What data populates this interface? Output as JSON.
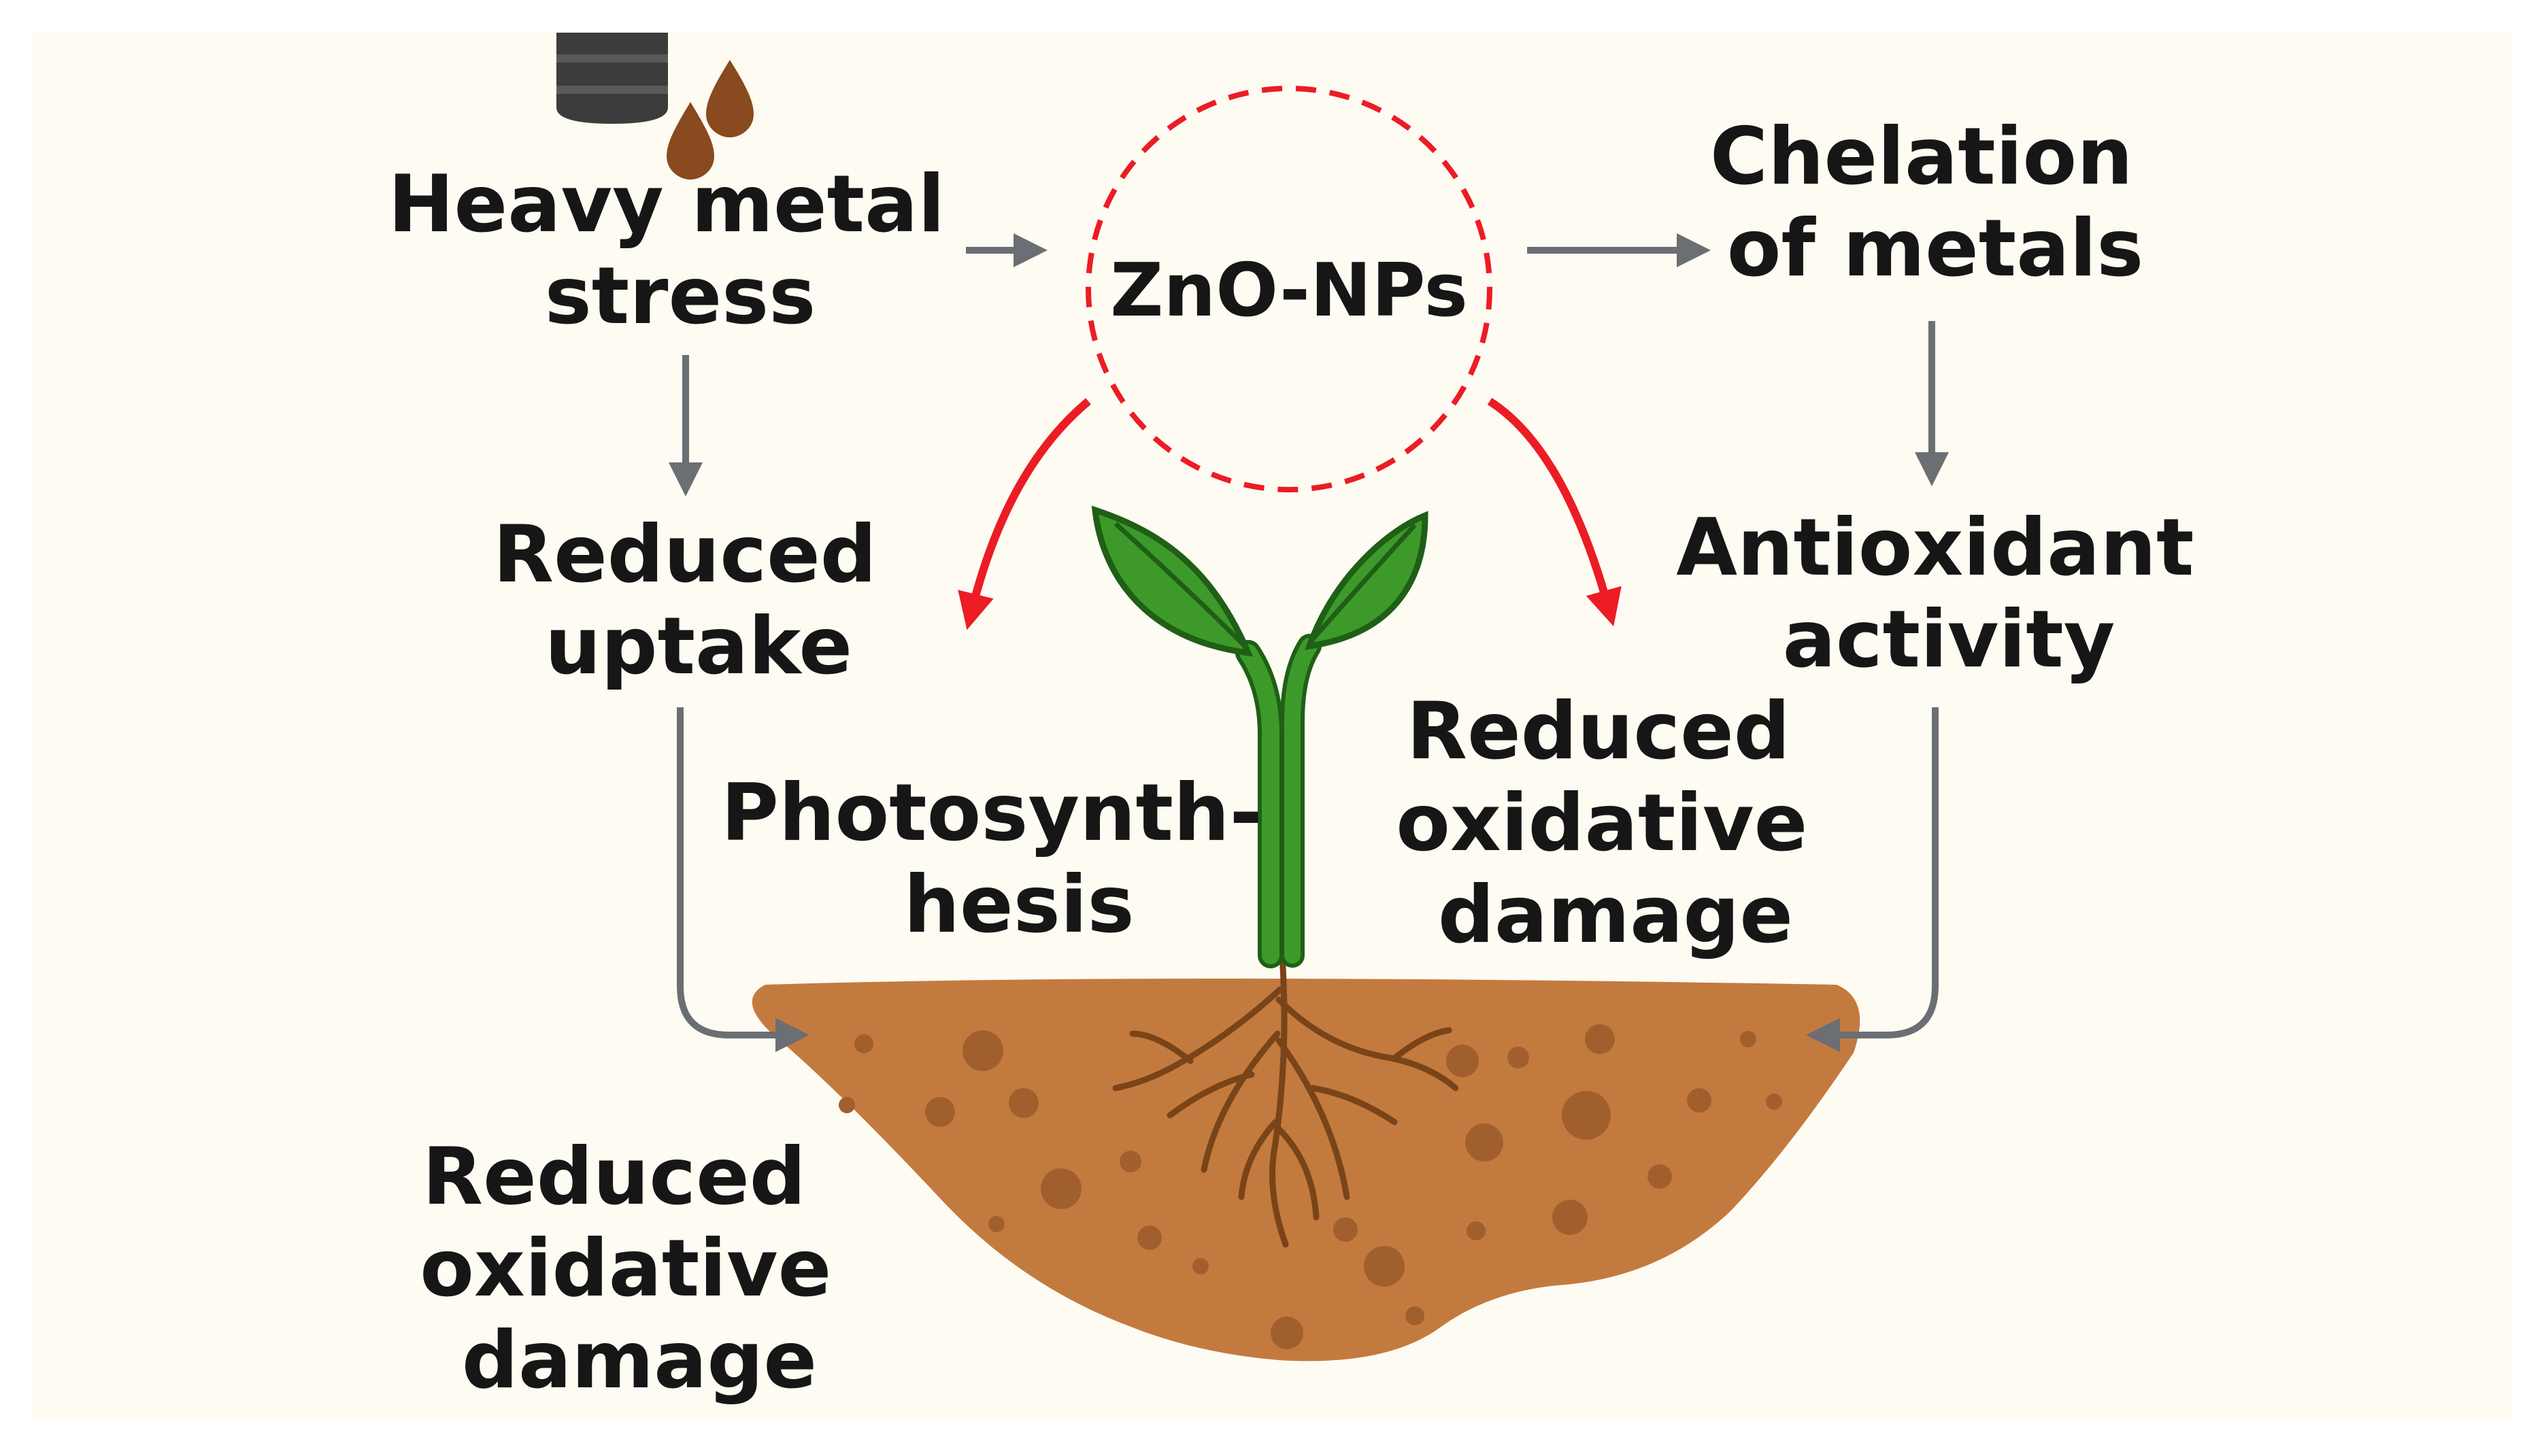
{
  "center": {
    "label": "ZnO-NPs"
  },
  "nodes": {
    "heavy_metal_stress": {
      "line1": "Heavy metal",
      "line2": "stress"
    },
    "chelation": {
      "line1": "Chelation",
      "line2": "of metals"
    },
    "reduced_uptake": {
      "line1": "Reduced",
      "line2": "uptake"
    },
    "antioxidant": {
      "line1": "Antioxidant",
      "line2": "activity"
    },
    "photosynthesis": {
      "line1": "Photosynth-",
      "line2": "hesis"
    },
    "reduced_oxidative_damage_plant": {
      "line1": "Reduced",
      "line2": "oxidative",
      "line3": "damage"
    },
    "reduced_oxidative_damage_soil": {
      "line1": "Reduced",
      "line2": "oxidative",
      "line3": "damage"
    }
  },
  "icons": {
    "pollution": "oil-barrel-icon",
    "droplets": "oil-droplet-icon",
    "plant": "seedling-icon",
    "soil": "soil-mound-icon",
    "roots": "root-system-icon"
  },
  "colors": {
    "background": "#fdfbf2",
    "text": "#161616",
    "arrow_gray": "#6b6e73",
    "arrow_red": "#ec1c24",
    "circle_dash": "#ec1c24",
    "leaf": "#3d9a2a",
    "leaf_dark": "#1f5f16",
    "soil": "#c37a3f",
    "soil_spot": "#a25f2e",
    "root": "#7a4419",
    "barrel": "#3c3c3c",
    "droplet": "#8a4a1f"
  }
}
